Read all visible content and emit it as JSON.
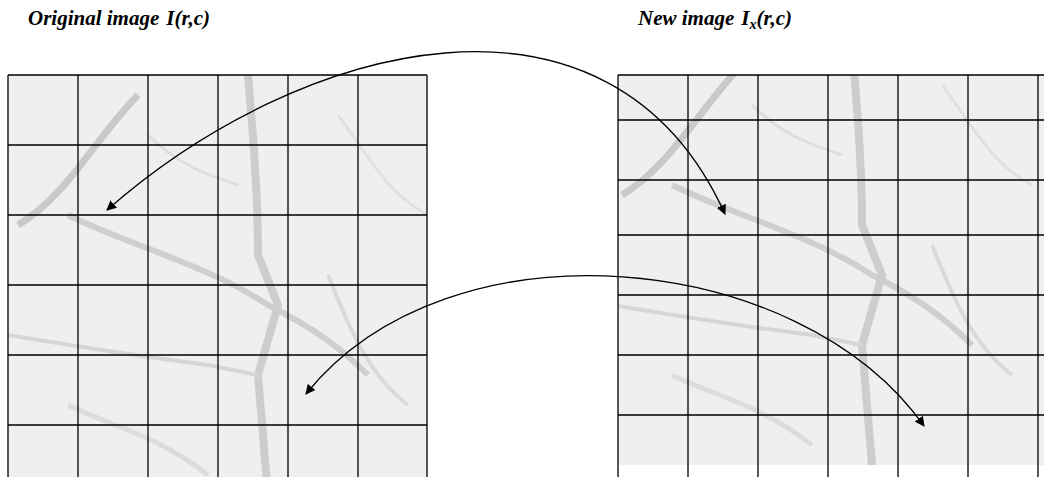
{
  "diagram": {
    "nodes": [
      {
        "text": [
          "Original image",
          "I(r,c)"
        ]
      },
      {
        "text": [
          "New image",
          "I",
          "x",
          "(r,c)"
        ]
      }
    ]
  }
}
